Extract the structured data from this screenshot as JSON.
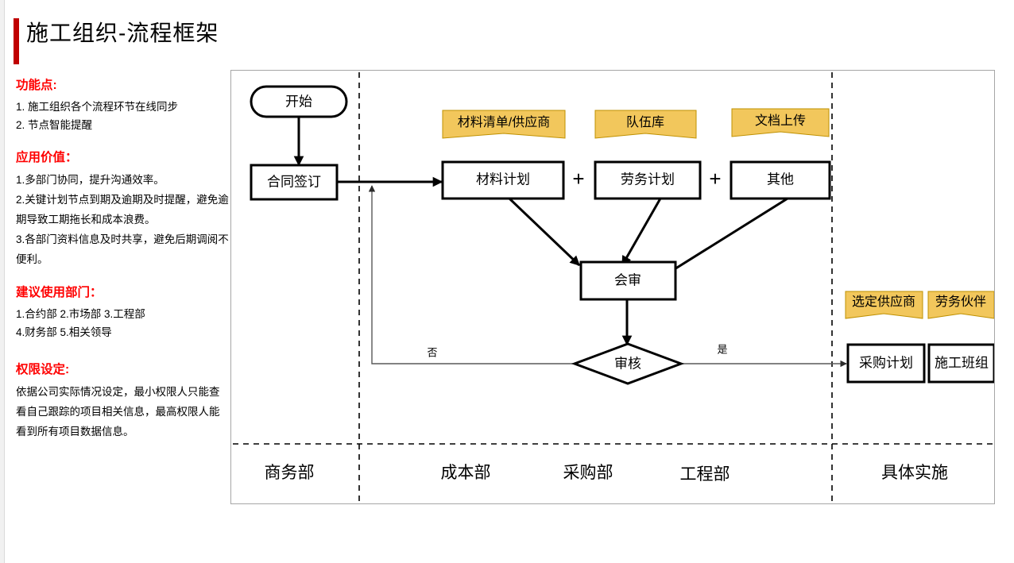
{
  "page": {
    "title": "施工组织-流程框架",
    "accent_color": "#c00000",
    "heading_color": "#ff0000",
    "note_fill": "#f2c75c",
    "note_stroke": "#bf9000"
  },
  "sidebar": {
    "sections": [
      {
        "heading": "功能点:",
        "lines": [
          "1. 施工组织各个流程环节在线同步",
          "2. 节点智能提醒"
        ]
      },
      {
        "heading": "应用价值：",
        "lines": [
          "1.多部门协同，提升沟通效率。",
          "2.关键计划节点到期及逾期及时提醒，避免逾期导致工期拖长和成本浪费。",
          "3.各部门资料信息及时共享，避免后期调阅不便利。"
        ]
      },
      {
        "heading": "建议使用部门：",
        "lines": [
          "1.合约部 2.市场部 3.工程部",
          "4.财务部 5.相关领导"
        ]
      },
      {
        "heading": "权限设定:",
        "lines": [
          "依据公司实际情况设定，最小权限人只能查看自己跟踪的项目相关信息，最高权限人能看到所有项目数据信息。"
        ]
      }
    ]
  },
  "diagram": {
    "nodes": {
      "start": "开始",
      "contract": "合同签订",
      "material_plan": "材料计划",
      "labor_plan": "劳务计划",
      "other_plan": "其他",
      "joint_review": "会审",
      "audit": "审核",
      "purchase_plan": "采购计划",
      "work_team": "施工班组"
    },
    "notes": {
      "material_list": "材料清单/供应商",
      "team_pool": "队伍库",
      "doc_upload": "文档上传",
      "selected_supplier": "选定供应商",
      "labor_partner": "劳务伙伴"
    },
    "operators": {
      "plus_1": "+",
      "plus_2": "+"
    },
    "edge_labels": {
      "no": "否",
      "yes": "是"
    },
    "lanes": [
      "商务部",
      "成本部",
      "采购部",
      "工程部",
      "具体实施"
    ]
  }
}
